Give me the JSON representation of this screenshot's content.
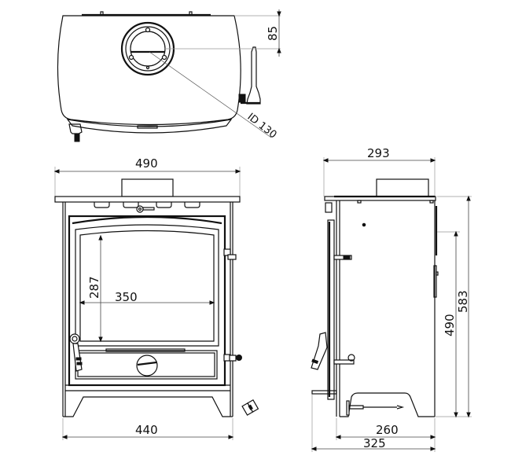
{
  "drawing": {
    "subject": "Wood-burning stove dimension drawing",
    "views": {
      "top": {
        "flue_offset_label": "85",
        "flue_diameter_label": "ID 130"
      },
      "front": {
        "top_width_label": "490",
        "base_width_label": "440",
        "glass_width_label": "350",
        "glass_height_label": "287"
      },
      "side": {
        "top_depth_label": "293",
        "total_depth_label": "325",
        "base_depth_label": "260",
        "flue_height_label": "490",
        "total_height_label": "583"
      }
    },
    "colors": {
      "line": "#111111",
      "dimension": "#444444",
      "background": "#ffffff"
    }
  }
}
